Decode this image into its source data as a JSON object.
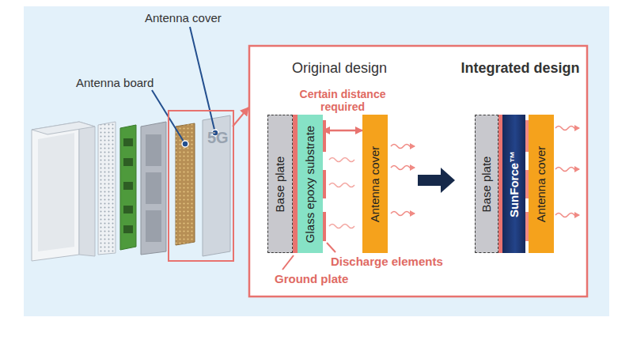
{
  "diagram": {
    "nodes": [
      {
        "text": [
          "Original design"
        ]
      },
      {
        "text": [
          "Base plate"
        ],
        "in": 0
      },
      {
        "text": [
          "Glass epoxy substrate"
        ],
        "in": 0
      },
      {
        "text": [
          "Antenna cover"
        ],
        "in": 0
      },
      {
        "text": [
          "Integrated design"
        ]
      },
      {
        "text": [
          "Base plate"
        ],
        "in": 4
      },
      {
        "text": [
          "SunForce™"
        ],
        "in": 4
      },
      {
        "text": [
          "Antenna cover"
        ],
        "in": 4
      }
    ],
    "edges": [
      {
        "from": 2,
        "to": 3,
        "arrow": "both",
        "label": "Certain distance required"
      },
      {
        "from": 0,
        "to": 4,
        "arrow": "to"
      }
    ],
    "labels": [
      "Antenna cover",
      "Antenna board",
      "5G",
      "Discharge elements",
      "Ground plate"
    ]
  }
}
